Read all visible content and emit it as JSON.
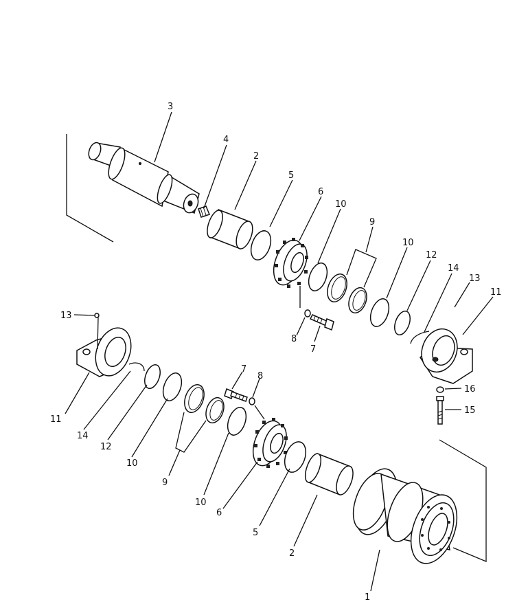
{
  "diagram": {
    "callouts": [
      {
        "id": "c3",
        "label": "3"
      },
      {
        "id": "c4",
        "label": "4"
      },
      {
        "id": "c2-top",
        "label": "2"
      },
      {
        "id": "c5-top",
        "label": "5"
      },
      {
        "id": "c6-top",
        "label": "6"
      },
      {
        "id": "c10-top-a",
        "label": "10"
      },
      {
        "id": "c9-top",
        "label": "9"
      },
      {
        "id": "c10-top-b",
        "label": "10"
      },
      {
        "id": "c12-top",
        "label": "12"
      },
      {
        "id": "c14-top",
        "label": "14"
      },
      {
        "id": "c13-right",
        "label": "13"
      },
      {
        "id": "c11-right",
        "label": "11"
      },
      {
        "id": "c8-top",
        "label": "8"
      },
      {
        "id": "c7-top",
        "label": "7"
      },
      {
        "id": "c16",
        "label": "16"
      },
      {
        "id": "c15",
        "label": "15"
      },
      {
        "id": "c13-left",
        "label": "13"
      },
      {
        "id": "c11-left",
        "label": "11"
      },
      {
        "id": "c14-left",
        "label": "14"
      },
      {
        "id": "c12-left",
        "label": "12"
      },
      {
        "id": "c10-left-a",
        "label": "10"
      },
      {
        "id": "c9-left",
        "label": "9"
      },
      {
        "id": "c10-left-b",
        "label": "10"
      },
      {
        "id": "c7-mid",
        "label": "7"
      },
      {
        "id": "c8-mid",
        "label": "8"
      },
      {
        "id": "c6-bottom",
        "label": "6"
      },
      {
        "id": "c5-bottom",
        "label": "5"
      },
      {
        "id": "c2-bottom",
        "label": "2"
      },
      {
        "id": "c1",
        "label": "1"
      }
    ]
  }
}
